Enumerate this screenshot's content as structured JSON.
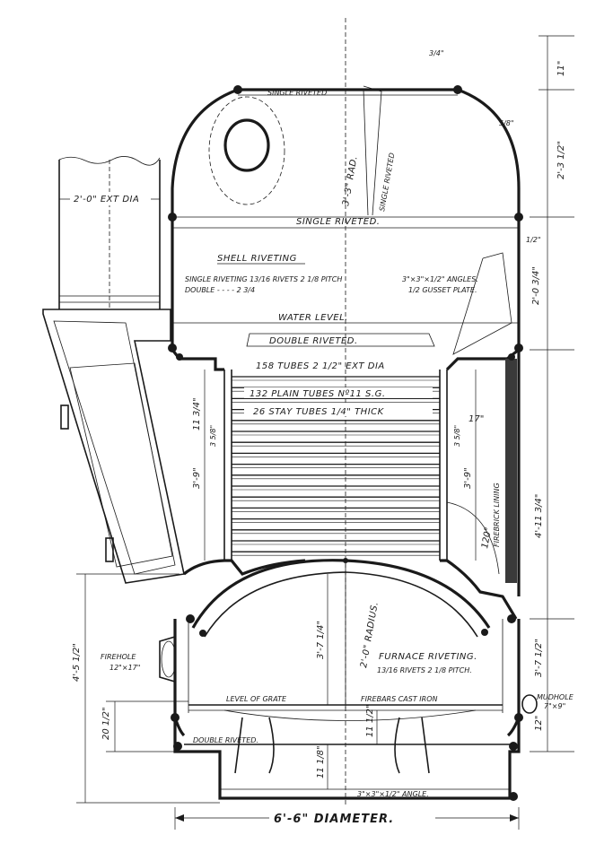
{
  "labels": {
    "chimney_dia": "2'-0\" EXT DIA",
    "top_riveting": "SINGLE RIVETED",
    "dome_radius": "3'-3\" RAD.",
    "dome_riveting": "SINGLE RIVETED",
    "single_riveted": "SINGLE RIVETED.",
    "shell_riveting_title": "SHELL RIVETING",
    "shell_riveting_single": "SINGLE RIVETING 13/16 RIVETS 2 1/8 PITCH",
    "shell_riveting_double": "DOUBLE  -  -  -  -  2 3/4",
    "angles": "3\"×3\"×1/2\" ANGLES.",
    "gusset": "1/2 GUSSET PLATE.",
    "water_level": "WATER  LEVEL.",
    "double_riveted_upper": "DOUBLE RIVETED.",
    "tubes_total": "158 TUBES 2 1/2\" EXT DIA",
    "plain_tubes": "132 PLAIN TUBES Nº11 S.G.",
    "stay_tubes": "26 STAY TUBES 1/4\" THICK",
    "firebrick": "FIREBRICK LINING",
    "furnace_radius": "2'-0\" RADIUS.",
    "furnace_riveting_1": "FURNACE RIVETING.",
    "furnace_riveting_2": "13/16 RIVETS 2 1/8 PITCH.",
    "firehole": "FIREHOLE",
    "firehole_size": "12\"×17\"",
    "level_of_grate": "LEVEL OF GRATE",
    "firebars": "FIREBARS CAST IRON",
    "mudhole": "MUDHOLE",
    "mudhole_size": "7\"×9\"",
    "double_riveted_lower": "DOUBLE RIVETED.",
    "base_angle": "3\"×3\"×1/2\" ANGLE.",
    "diameter": "6'-6\" DIAMETER.",
    "angle_120": "120°"
  },
  "dimensions": {
    "top": "11\"",
    "upper_right": "2'-3 1/2\"",
    "shell_right": "2'-0 3/4\"",
    "right_total": "4'-11 3/4\"",
    "left_tube_gap": "11 3/4\"",
    "right_tube_gap": "17\"",
    "left_tubes": "3'-9\"",
    "right_tubes": "3'-9\"",
    "tube_pitch_left": "3 5/8\"",
    "tube_pitch_right": "3 5/8\"",
    "furnace_height": "3'-7 1/4\"",
    "left_lower": "4'-5 1/2\"",
    "left_grate": "20 1/2\"",
    "grate_gap": "11 1/2\"",
    "base_gap": "11 1/8\"",
    "right_lower": "3'-7 1/2\"",
    "right_base": "12\"",
    "plate_thickness_top": "3/4\"",
    "plate_thickness_right": "5/8\"",
    "plate_thickness_shell": "1/2\""
  }
}
